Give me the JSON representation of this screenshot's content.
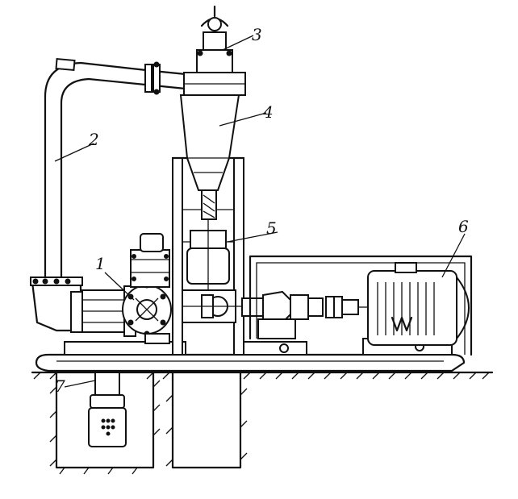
{
  "labels": {
    "pump": "1",
    "pipe": "2",
    "top_valve": "3",
    "cone_separator": "4",
    "shaft_assembly": "5",
    "motor": "6",
    "sump": "7"
  }
}
